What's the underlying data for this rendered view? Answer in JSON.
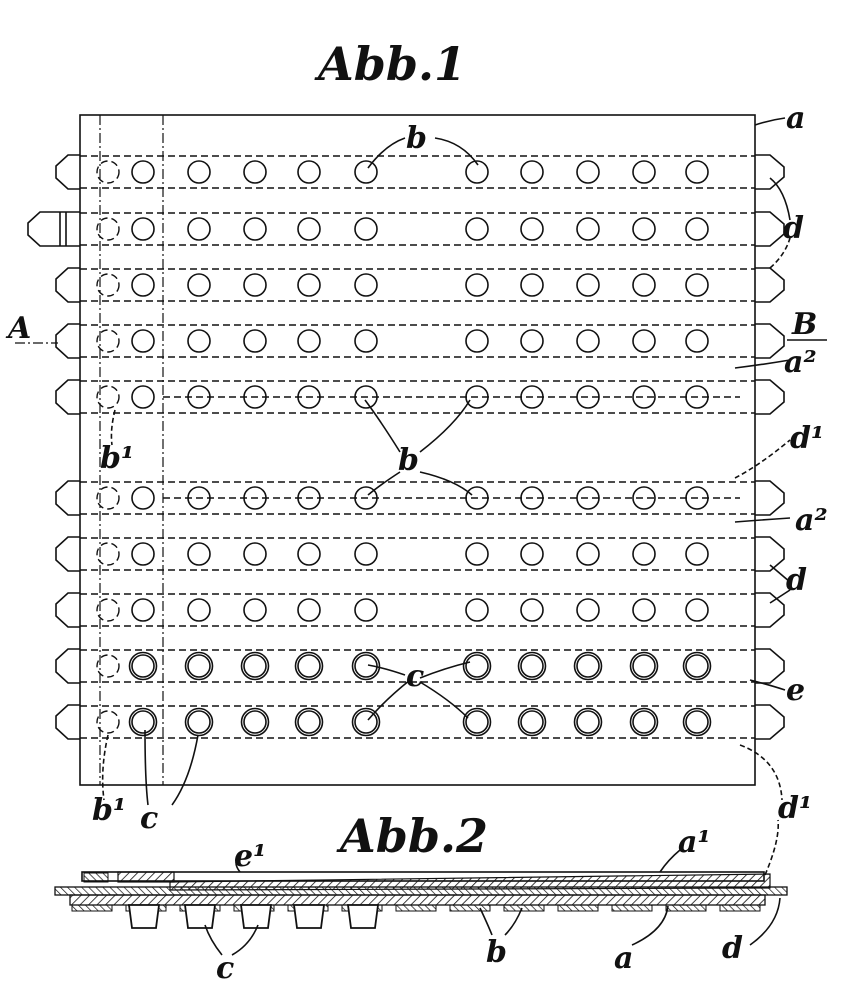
{
  "figure1": {
    "title": "Abb.1",
    "labels": {
      "a": "a",
      "b_top": "b",
      "d_top": "d",
      "A": "A",
      "B": "B",
      "a2_upper": "a²",
      "b1_left": "b¹",
      "b_middle": "b",
      "d1_right": "d¹",
      "a2_lower": "a²",
      "d_lower": "d",
      "c_middle": "c",
      "e": "e",
      "b1_bottom": "b¹",
      "c_bottom": "c",
      "d1_bottom": "d¹"
    }
  },
  "figure2": {
    "title": "Abb.2",
    "labels": {
      "e1": "e¹",
      "a1": "a¹",
      "c": "c",
      "b": "b",
      "a": "a",
      "d": "d"
    }
  },
  "colors": {
    "ink": "#111111",
    "paper": "#ffffff"
  }
}
